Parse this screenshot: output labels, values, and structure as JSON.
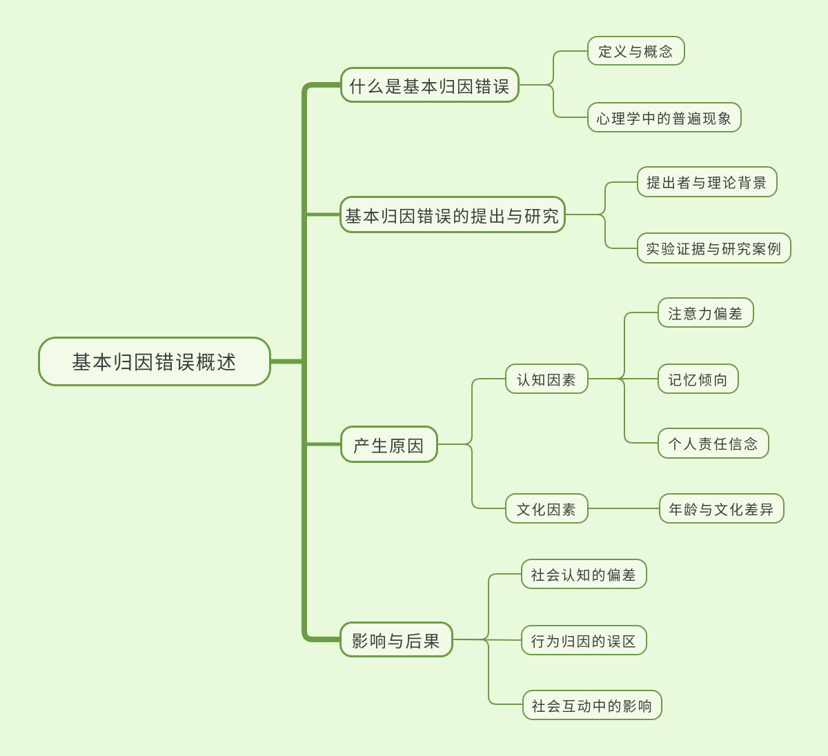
{
  "canvas": {
    "background_color": "#e9f9dc",
    "node_fill_color": "#f1fbe7",
    "line_color": "#6e9b46",
    "text_color": "#3e3e3e"
  },
  "mindmap": {
    "root": {
      "label": "基本归因错误概述"
    },
    "branches": [
      {
        "label": "什么是基本归因错误",
        "children": [
          {
            "label": "定义与概念"
          },
          {
            "label": "心理学中的普遍现象"
          }
        ]
      },
      {
        "label": "基本归因错误的提出与研究",
        "children": [
          {
            "label": "提出者与理论背景"
          },
          {
            "label": "实验证据与研究案例"
          }
        ]
      },
      {
        "label": "产生原因",
        "children": [
          {
            "label": "认知因素",
            "children": [
              {
                "label": "注意力偏差"
              },
              {
                "label": "记忆倾向"
              },
              {
                "label": "个人责任信念"
              }
            ]
          },
          {
            "label": "文化因素",
            "children": [
              {
                "label": "年龄与文化差异"
              }
            ]
          }
        ]
      },
      {
        "label": "影响与后果",
        "children": [
          {
            "label": "社会认知的偏差"
          },
          {
            "label": "行为归因的误区"
          },
          {
            "label": "社会互动中的影响"
          }
        ]
      }
    ]
  }
}
